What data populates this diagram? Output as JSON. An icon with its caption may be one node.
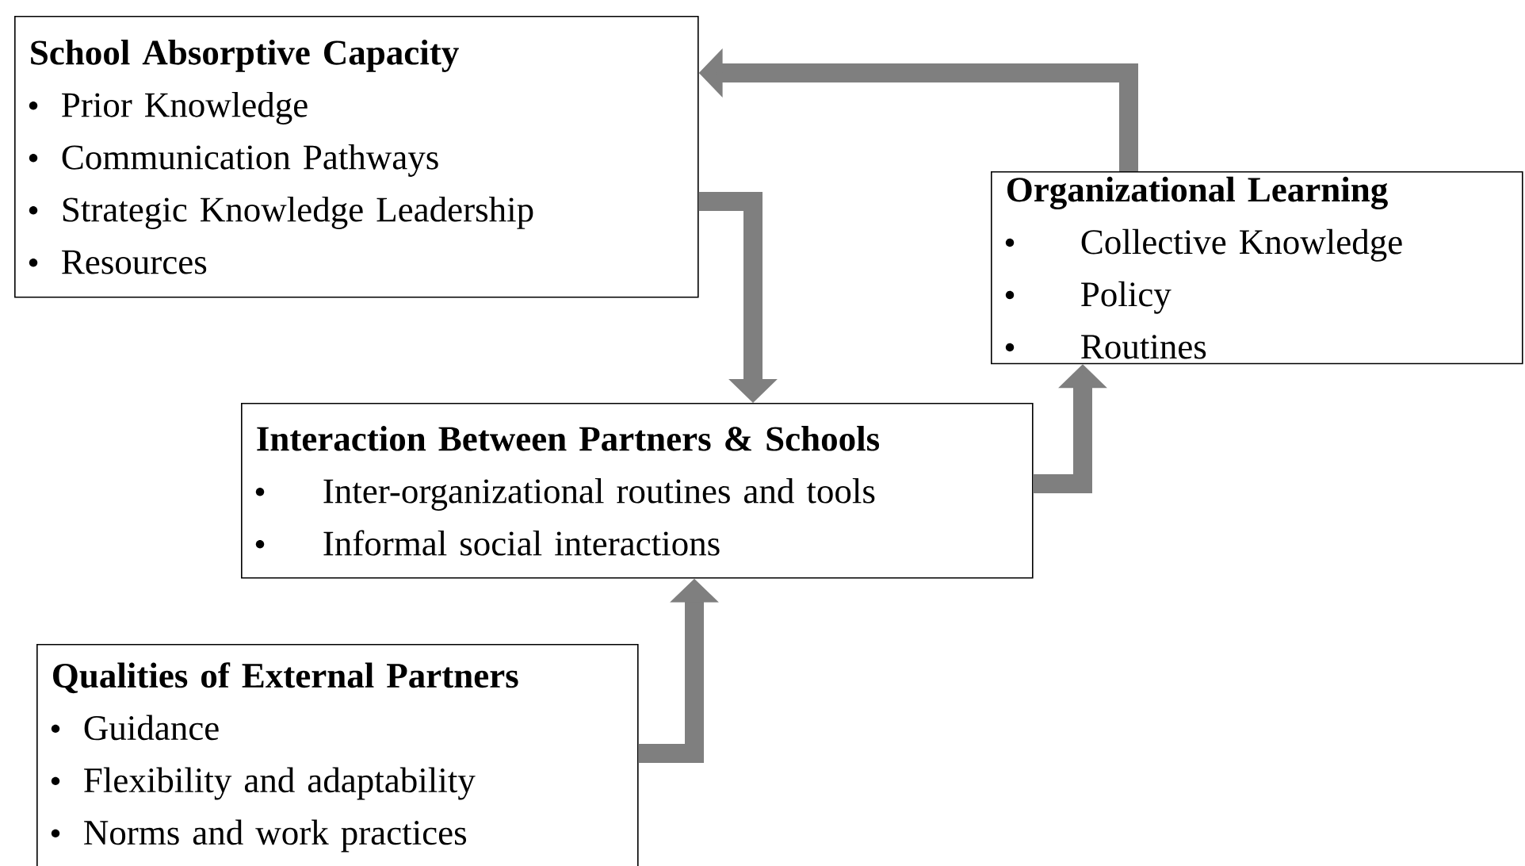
{
  "diagram": {
    "nodes": [
      {
        "text": [
          "School Absorptive Capacity",
          "Prior Knowledge",
          "Communication Pathways",
          "Strategic Knowledge Leadership",
          "Resources"
        ]
      },
      {
        "text": [
          "Organizational Learning",
          "Collective Knowledge",
          "Policy",
          "Routines"
        ]
      },
      {
        "text": [
          "Interaction Between Partners & Schools",
          "Inter-organizational routines and tools",
          "Informal social interactions"
        ]
      },
      {
        "text": [
          "Qualities of External Partners",
          "Guidance",
          "Flexibility and adaptability",
          "Norms and work practices"
        ]
      }
    ],
    "edges": [
      {
        "from": 1,
        "to": 0,
        "arrow": "to"
      },
      {
        "from": 0,
        "to": 2,
        "arrow": "to"
      },
      {
        "from": 2,
        "to": 1,
        "arrow": "to"
      },
      {
        "from": 3,
        "to": 2,
        "arrow": "to"
      }
    ]
  }
}
